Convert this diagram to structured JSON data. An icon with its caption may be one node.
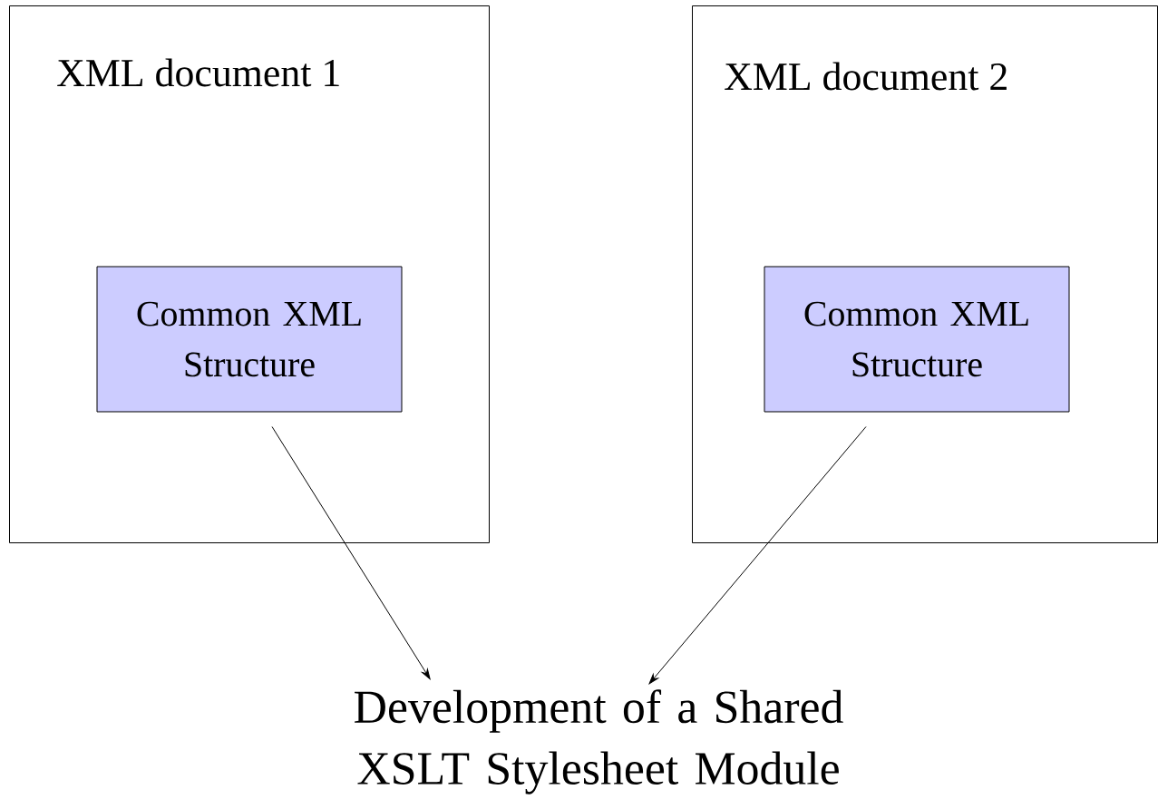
{
  "diagram": {
    "nodes": [
      {
        "text": [
          "XML document 1"
        ]
      },
      {
        "text": [
          "Common XML Structure"
        ],
        "in": 0
      },
      {
        "text": [
          "XML document 2"
        ]
      },
      {
        "text": [
          "Common XML Structure"
        ],
        "in": 2
      },
      {
        "text": [
          "Development of a Shared XSLT Stylesheet Module"
        ]
      }
    ],
    "edges": [
      {
        "from": 1,
        "to": 4,
        "arrow": "to"
      },
      {
        "from": 3,
        "to": 4,
        "arrow": "to"
      }
    ]
  }
}
